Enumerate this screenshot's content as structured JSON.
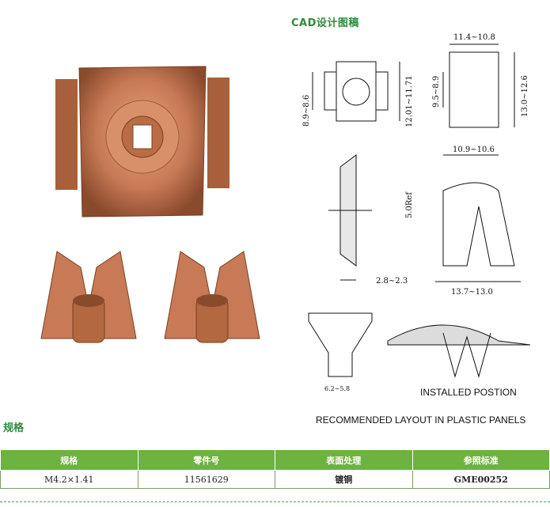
{
  "cad_title": "CAD设计图稿",
  "dimensions": {
    "top_width": "11.4~10.8",
    "left_height": "8.9~8.6",
    "middle_height": "12.01~11.71",
    "side_inner": "9.5~8.9",
    "side_outer": "13.0~12.6",
    "clip_top_width": "10.9~10.6",
    "ref_height": "5.0Ref",
    "clip_bottom_width": "13.7~13.0",
    "thickness": "2.8~2.3",
    "small_width": "6.2~5.8"
  },
  "captions": {
    "installed": "INSTALLED POSTION",
    "recommended": "RECOMMENDED LAYOUT IN PLASTIC PANELS"
  },
  "section_title": "规格",
  "table": {
    "headers": [
      "规格",
      "零件号",
      "表面处理",
      "参照标准"
    ],
    "row": [
      "M4.2×1.41",
      "11561629",
      "镀铜",
      "GME00252"
    ]
  },
  "colors": {
    "copper": "#c77a55",
    "header_green": "#6cb33f",
    "title_green": "#2e8b3a"
  }
}
